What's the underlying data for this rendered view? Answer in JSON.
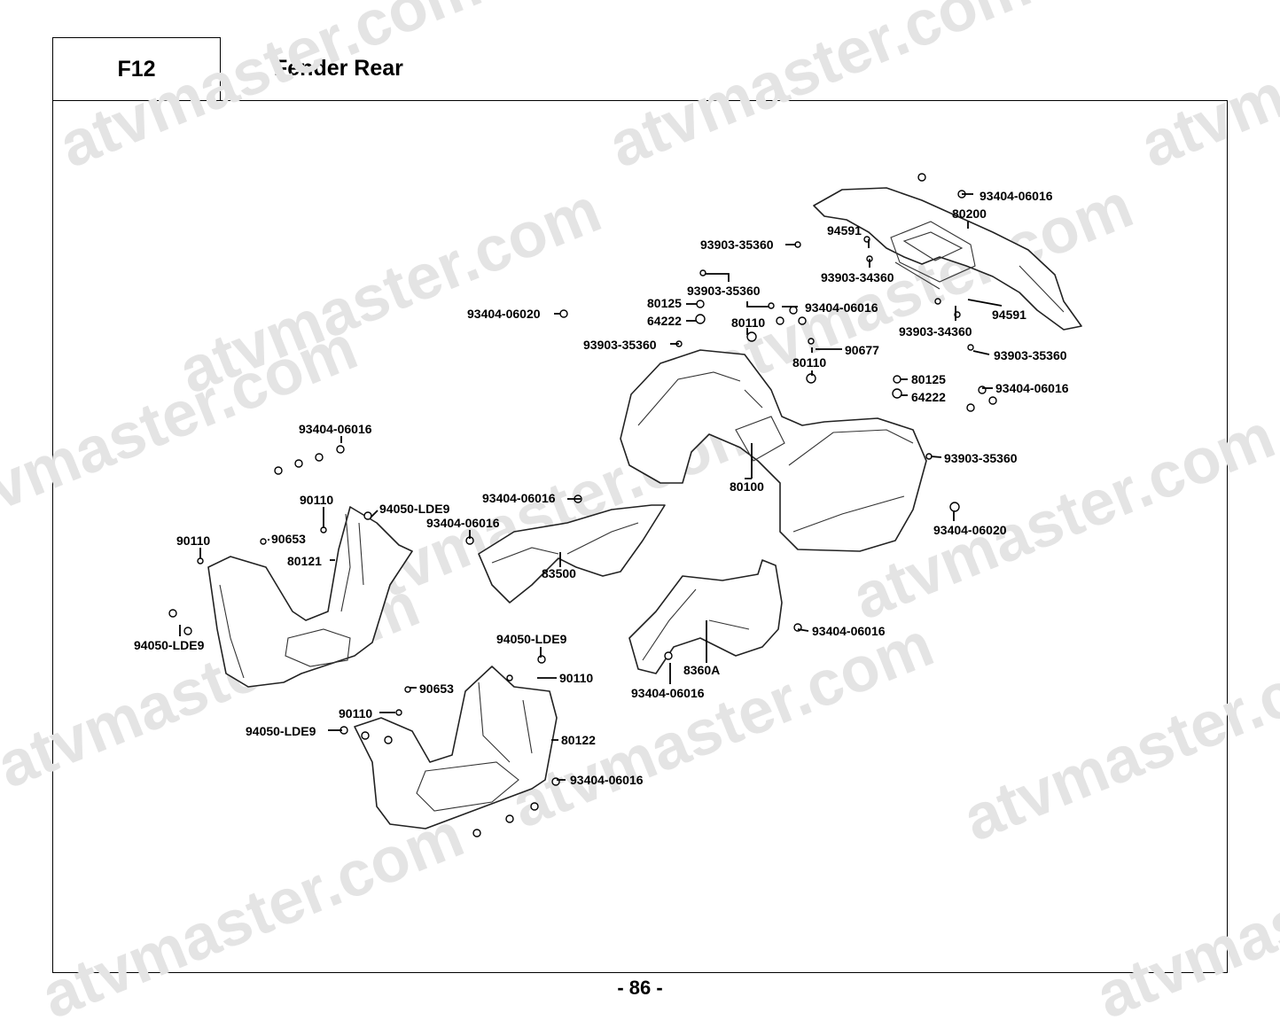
{
  "header": {
    "code": "F12",
    "title": "Fender Rear"
  },
  "page_number": "- 86 -",
  "watermark": "atvmaster.com",
  "labels": {
    "p93404_06016_a": "93404-06016",
    "p80200": "80200",
    "p94591_a": "94591",
    "p93903_35360_a": "93903-35360",
    "p93903_34360_a": "93903-34360",
    "p93903_35360_b": "93903-35360",
    "p80125_a": "80125",
    "p64222_a": "64222",
    "p80110_a": "80110",
    "p93404_06016_b": "93404-06016",
    "p94591_b": "94591",
    "p93404_06020_a": "93404-06020",
    "p93903_35360_c": "93903-35360",
    "p93903_34360_b": "93903-34360",
    "p90677": "90677",
    "p80110_b": "80110",
    "p93903_35360_d": "93903-35360",
    "p80125_b": "80125",
    "p64222_b": "64222",
    "p93404_06016_c": "93404-06016",
    "p93404_06016_d": "93404-06016",
    "p93903_35360_e": "93903-35360",
    "p80100": "80100",
    "p93404_06016_e": "93404-06016",
    "p90110_a": "90110",
    "p94050_lde9_a": "94050-LDE9",
    "p93404_06016_f": "93404-06016",
    "p93404_06020_b": "93404-06020",
    "p90110_b": "90110",
    "p90653_a": "90653",
    "p80121": "80121",
    "p83500": "83500",
    "p93404_06016_g": "93404-06016",
    "p94050_lde9_b": "94050-LDE9",
    "p94050_lde9_c": "94050-LDE9",
    "p90110_c": "90110",
    "p8360a": "8360A",
    "p93404_06016_h": "93404-06016",
    "p90653_b": "90653",
    "p90110_d": "90110",
    "p94050_lde9_d": "94050-LDE9",
    "p80122": "80122",
    "p93404_06016_i": "93404-06016"
  }
}
